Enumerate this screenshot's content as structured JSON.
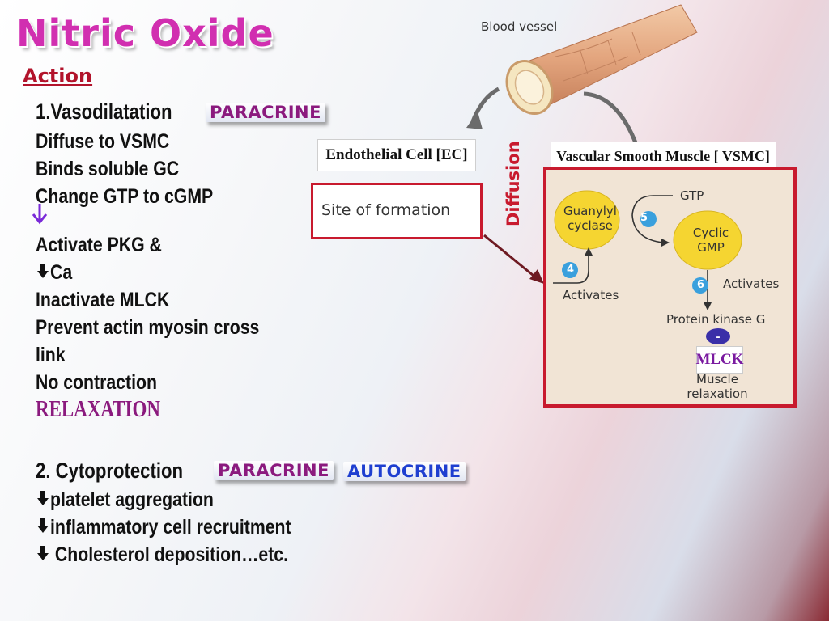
{
  "title": "Nitric Oxide",
  "subtitle": "Action",
  "section1": {
    "heading": "1.Vasodilatation",
    "badge": "PARACRINE",
    "lines": [
      "Diffuse to VSMC",
      "Binds soluble GC",
      "Change GTP to cGMP",
      "Activate PKG &",
      "Ca",
      "Inactivate MLCK",
      "Prevent actin myosin cross",
      "link",
      "No contraction"
    ],
    "result": "RELAXATION"
  },
  "section2": {
    "heading": "2. Cytoprotection",
    "badges": [
      "PARACRINE",
      "AUTOCRINE"
    ],
    "lines": [
      "platelet aggregation",
      "inflammatory cell recruitment",
      " Cholesterol deposition…etc."
    ]
  },
  "diagram": {
    "blood_vessel_label": "Blood vessel",
    "ec_label": "Endothelial Cell [EC]",
    "site_label": "Site of formation",
    "diffusion_label": "Diffusion",
    "vsmc_label": "Vascular Smooth Muscle [ VSMC]",
    "gtp": "GTP",
    "guanylyl_cyclase": [
      "Guanylyl",
      "cyclase"
    ],
    "cyclic_gmp": [
      "Cyclic",
      "GMP"
    ],
    "activates_left": "Activates",
    "activates_right": "Activates",
    "protein_kinase": "Protein kinase G",
    "minus": "-",
    "mlck": "MLCK",
    "muscle_relax": [
      "Muscle",
      "relaxation"
    ],
    "steps": [
      "4",
      "5",
      "6"
    ]
  },
  "colors": {
    "title": "#d12fb0",
    "subtitle": "#b2132b",
    "relaxation": "#8b1a7e",
    "paracrine": "#8b1a7e",
    "autocrine": "#1f3fd0",
    "red_border": "#c81a2e",
    "diagram_bg": "#f1e4d5",
    "enzyme_yellow": "#f5d531",
    "step_circle": "#3aa0dd"
  },
  "icons": [
    "down-arrow-icon",
    "blood-vessel-icon",
    "curved-arrow-icon"
  ]
}
